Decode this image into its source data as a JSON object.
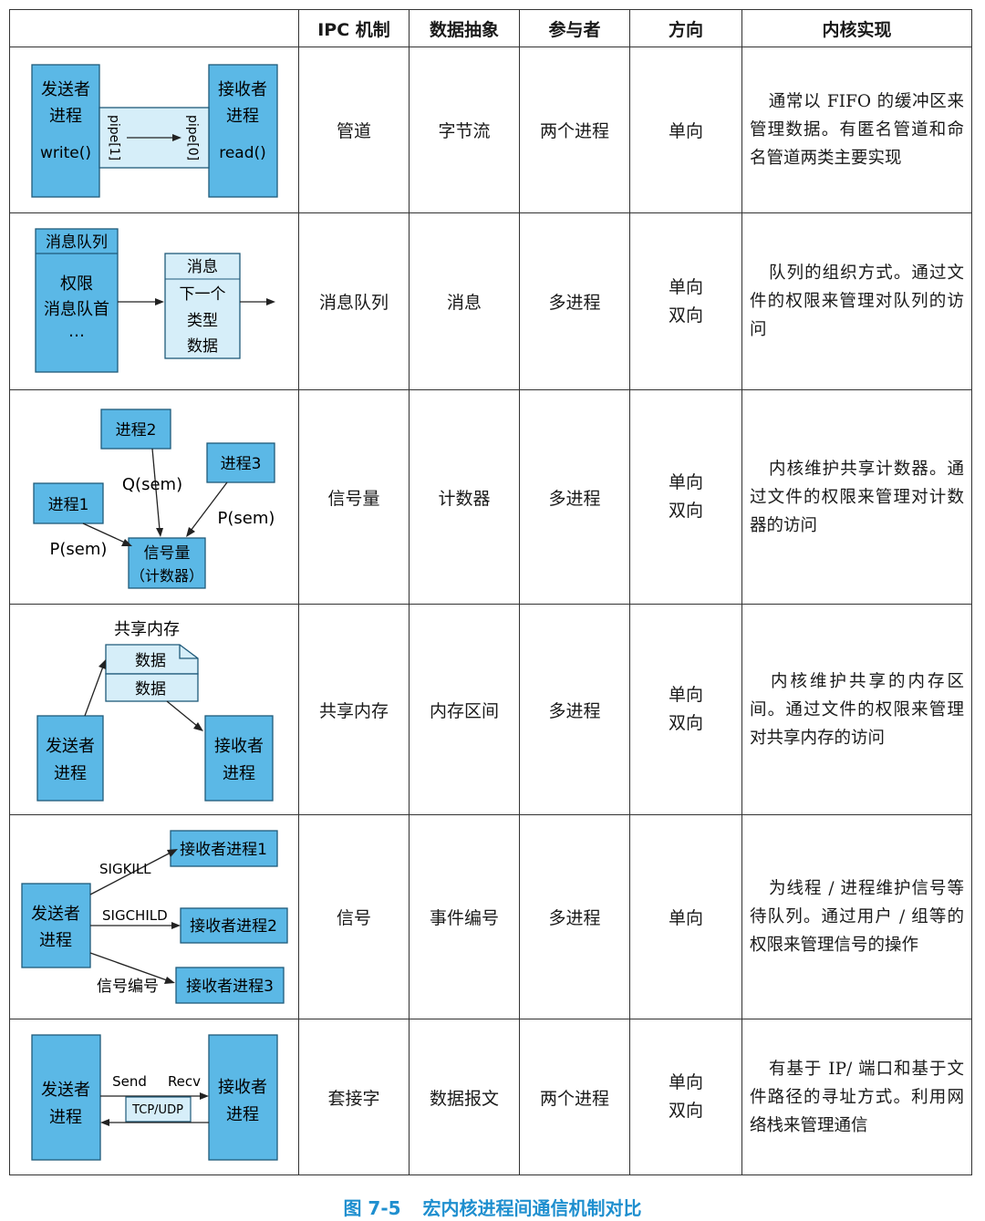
{
  "headers": [
    "",
    "IPC 机制",
    "数据抽象",
    "参与者",
    "方向",
    "内核实现"
  ],
  "rows": [
    {
      "mechanism": "管道",
      "abstraction": "字节流",
      "participants": "两个进程",
      "direction": [
        "单向"
      ],
      "kernel": "通常以 FIFO 的缓冲区来管理数据。有匿名管道和命名管道两类主要实现",
      "diagram": {
        "sender": [
          "发送者",
          "进程",
          "write()"
        ],
        "receiver": [
          "接收者",
          "进程",
          "read()"
        ],
        "pipe_in": "pipe[1]",
        "pipe_out": "pipe[0]"
      }
    },
    {
      "mechanism": "消息队列",
      "abstraction": "消息",
      "participants": "多进程",
      "direction": [
        "单向",
        "双向"
      ],
      "kernel": "队列的组织方式。通过文件的权限来管理对队列的访问",
      "diagram": {
        "queue_title": "消息队列",
        "queue_fields": [
          "权限",
          "消息队首",
          "…"
        ],
        "message_fields": [
          "消息",
          "下一个",
          "类型",
          "数据"
        ]
      }
    },
    {
      "mechanism": "信号量",
      "abstraction": "计数器",
      "participants": "多进程",
      "direction": [
        "单向",
        "双向"
      ],
      "kernel": "内核维护共享计数器。通过文件的权限来管理对计数器的访问",
      "diagram": {
        "proc1": "进程1",
        "proc2": "进程2",
        "proc3": "进程3",
        "op1": "P(sem)",
        "op2": "Q(sem)",
        "op3": "P(sem)",
        "sem": [
          "信号量",
          "（计数器）"
        ]
      }
    },
    {
      "mechanism": "共享内存",
      "abstraction": "内存区间",
      "participants": "多进程",
      "direction": [
        "单向",
        "双向"
      ],
      "kernel": "内核维护共享的内存区间。通过文件的权限来管理对共享内存的访问",
      "diagram": {
        "title": "共享内存",
        "data": [
          "数据",
          "数据"
        ],
        "sender": [
          "发送者",
          "进程"
        ],
        "receiver": [
          "接收者",
          "进程"
        ]
      }
    },
    {
      "mechanism": "信号",
      "abstraction": "事件编号",
      "participants": "多进程",
      "direction": [
        "单向"
      ],
      "kernel": "为线程 / 进程维护信号等待队列。通过用户 / 组等的权限来管理信号的操作",
      "diagram": {
        "sender": [
          "发送者",
          "进程"
        ],
        "signals": [
          "SIGKILL",
          "SIGCHILD",
          "信号编号"
        ],
        "receivers": [
          "接收者进程1",
          "接收者进程2",
          "接收者进程3"
        ]
      }
    },
    {
      "mechanism": "套接字",
      "abstraction": "数据报文",
      "participants": "两个进程",
      "direction": [
        "单向",
        "双向"
      ],
      "kernel": "有基于 IP/ 端口和基于文件路径的寻址方式。利用网络栈来管理通信",
      "diagram": {
        "sender": [
          "发送者",
          "进程"
        ],
        "receiver": [
          "接收者",
          "进程"
        ],
        "send": "Send",
        "recv": "Recv",
        "proto": "TCP/UDP"
      }
    }
  ],
  "caption": {
    "number": "图 7-5",
    "text": "宏内核进程间通信机制对比"
  },
  "colors": {
    "box_fill": "#5bb8e6",
    "box_fill_light": "#d6eef9",
    "caption": "#1f8fcf"
  }
}
